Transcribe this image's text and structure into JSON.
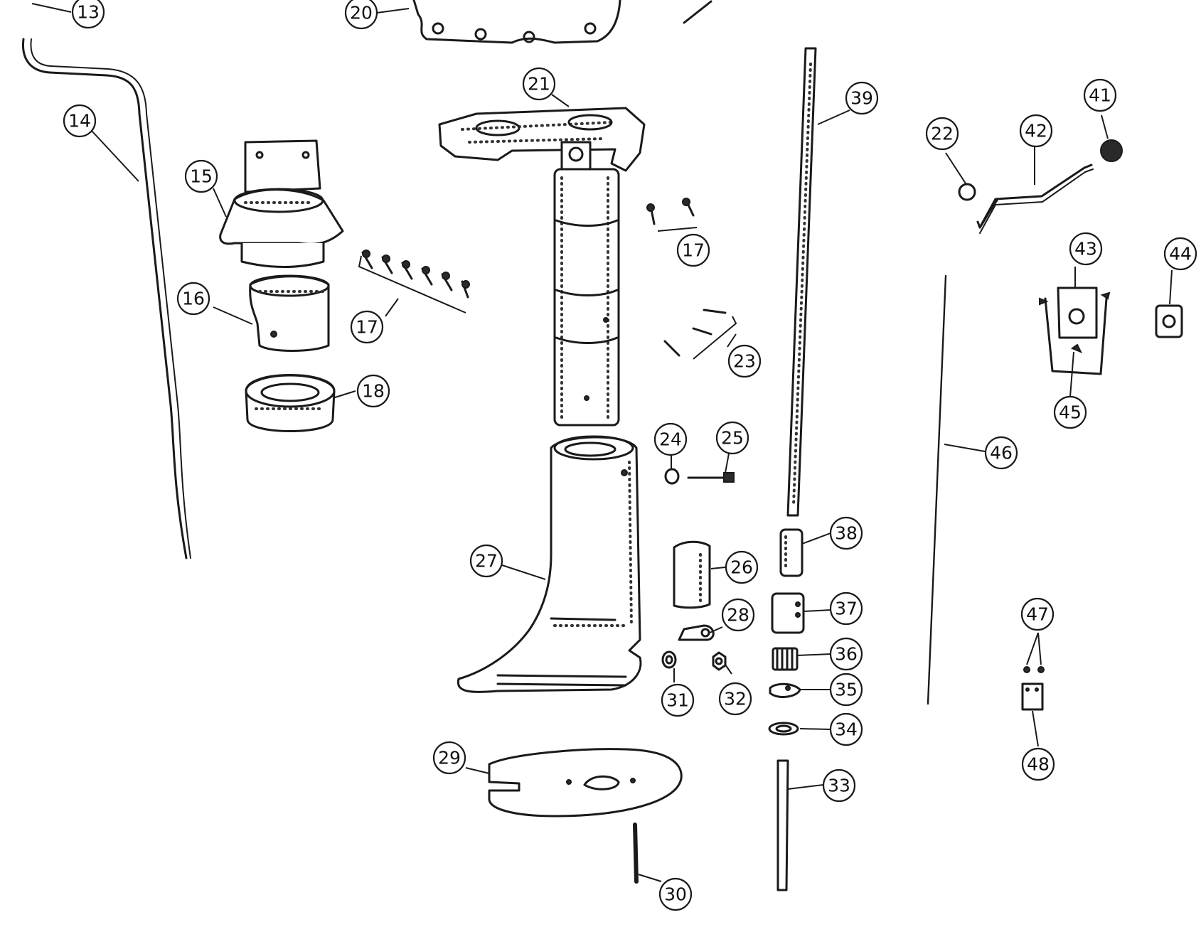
{
  "callouts": [
    {
      "id": "c13",
      "label": "13"
    },
    {
      "id": "c14",
      "label": "14"
    },
    {
      "id": "c15",
      "label": "15"
    },
    {
      "id": "c16",
      "label": "16"
    },
    {
      "id": "c17a",
      "label": "17"
    },
    {
      "id": "c17b",
      "label": "17"
    },
    {
      "id": "c18",
      "label": "18"
    },
    {
      "id": "c20",
      "label": "20"
    },
    {
      "id": "c21",
      "label": "21"
    },
    {
      "id": "c22",
      "label": "22"
    },
    {
      "id": "c23",
      "label": "23"
    },
    {
      "id": "c24",
      "label": "24"
    },
    {
      "id": "c25",
      "label": "25"
    },
    {
      "id": "c26",
      "label": "26"
    },
    {
      "id": "c27",
      "label": "27"
    },
    {
      "id": "c28",
      "label": "28"
    },
    {
      "id": "c29",
      "label": "29"
    },
    {
      "id": "c30",
      "label": "30"
    },
    {
      "id": "c31",
      "label": "31"
    },
    {
      "id": "c32",
      "label": "32"
    },
    {
      "id": "c33",
      "label": "33"
    },
    {
      "id": "c34",
      "label": "34"
    },
    {
      "id": "c35",
      "label": "35"
    },
    {
      "id": "c36",
      "label": "36"
    },
    {
      "id": "c37",
      "label": "37"
    },
    {
      "id": "c38",
      "label": "38"
    },
    {
      "id": "c39",
      "label": "39"
    },
    {
      "id": "c41",
      "label": "41"
    },
    {
      "id": "c42",
      "label": "42"
    },
    {
      "id": "c43",
      "label": "43"
    },
    {
      "id": "c44",
      "label": "44"
    },
    {
      "id": "c45",
      "label": "45"
    },
    {
      "id": "c46",
      "label": "46"
    },
    {
      "id": "c47",
      "label": "47"
    },
    {
      "id": "c48",
      "label": "48"
    }
  ]
}
